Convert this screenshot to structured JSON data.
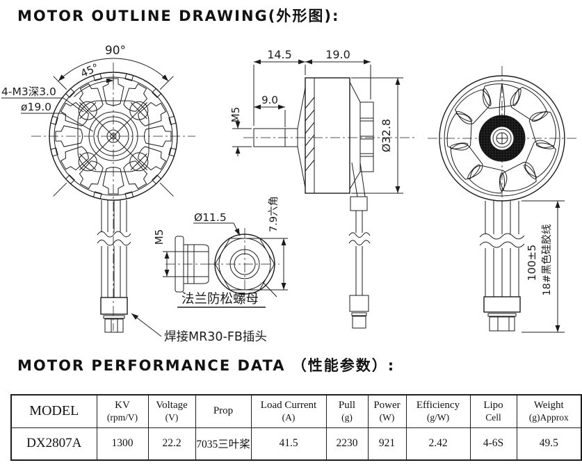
{
  "titles": {
    "outline": "MOTOR OUTLINE DRAWING(外形图):",
    "performance": "MOTOR PERFORMANCE DATA （性能参数）:"
  },
  "drawing": {
    "front": {
      "angle_full": "90°",
      "angle_half": "45°",
      "mount_holes_label": "4-M3深3.0",
      "bolt_circle_label": "ø19.0",
      "connector_label": "焊接MR30-FB插头"
    },
    "side": {
      "shaft_length": "14.5",
      "body_length": "19.0",
      "thread_length": "9.0",
      "shaft_thread": "M5",
      "body_diameter": "Ø32.8"
    },
    "nut": {
      "thread": "M5",
      "flange_diameter": "Ø11.5",
      "hex_width": "7.9六角",
      "caption": "法兰防松螺母"
    },
    "wire": {
      "length": "100±5",
      "gauge": "18#黑色硅胶线"
    }
  },
  "table": {
    "headers": [
      {
        "l1": "MODEL",
        "l2": ""
      },
      {
        "l1": "KV",
        "l2": "(rpm/V)"
      },
      {
        "l1": "Voltage",
        "l2": "(V)"
      },
      {
        "l1": "Prop",
        "l2": ""
      },
      {
        "l1": "Load Current",
        "l2": "(A)"
      },
      {
        "l1": "Pull",
        "l2": "(g)"
      },
      {
        "l1": "Power",
        "l2": "(W)"
      },
      {
        "l1": "Efficiency",
        "l2": "(g/W)"
      },
      {
        "l1": "Lipo",
        "l2": "Cell"
      },
      {
        "l1": "Weight",
        "l2": "(g)Approx"
      }
    ],
    "row": {
      "model": "DX2807A",
      "kv": "1300",
      "voltage": "22.2",
      "prop": "7035三叶桨",
      "load_current": "41.5",
      "pull": "2230",
      "power": "921",
      "efficiency": "2.42",
      "lipo": "4-6S",
      "weight": "49.5"
    }
  }
}
